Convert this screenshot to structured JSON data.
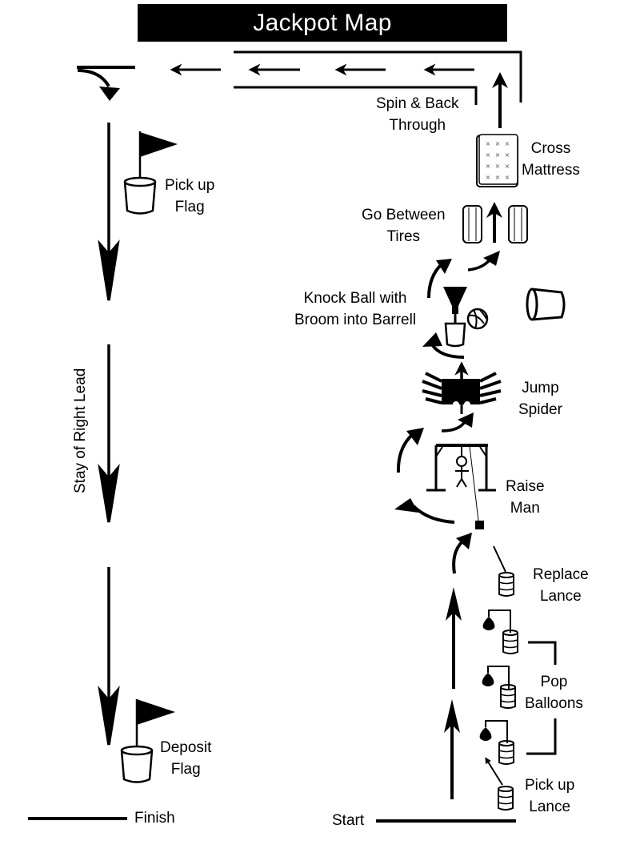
{
  "title": "Jackpot Map",
  "labels": {
    "spin_back": [
      "Spin & Back",
      "Through"
    ],
    "cross_mattress": [
      "Cross",
      "Mattress"
    ],
    "go_between_tires": [
      "Go Between",
      "Tires"
    ],
    "knock_ball": [
      "Knock Ball with",
      "Broom into Barrell"
    ],
    "jump_spider": [
      "Jump",
      "Spider"
    ],
    "raise_man": [
      "Raise",
      "Man"
    ],
    "replace_lance": [
      "Replace",
      "Lance"
    ],
    "pop_balloons": [
      "Pop",
      "Balloons"
    ],
    "pick_up_lance": [
      "Pick up",
      "Lance"
    ],
    "pick_up_flag": [
      "Pick up",
      "Flag"
    ],
    "stay_right_lead": "Stay of Right Lead",
    "deposit_flag": [
      "Deposit",
      "Flag"
    ],
    "finish": "Finish",
    "start": "Start"
  },
  "icons": {
    "flag": "flag-in-bucket",
    "mattress": "mattress",
    "tire": "tire",
    "broom": "broom",
    "ball": "volleyball",
    "barrel": "barrel",
    "spider": "spider",
    "gallows": "gallows-man",
    "balloon": "balloon",
    "can": "lance-barrel"
  }
}
